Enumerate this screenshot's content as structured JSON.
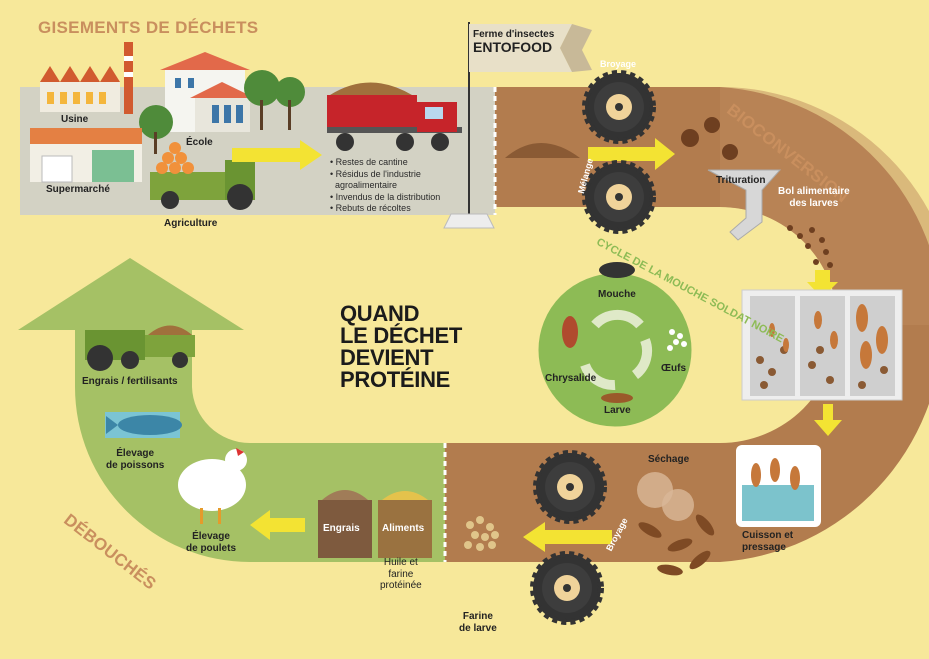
{
  "title_lines": [
    "QUAND",
    "LE DÉCHET",
    "DEVIENT",
    "PROTÉINE"
  ],
  "sections": {
    "gisements": "GISEMENTS DE DÉCHETS",
    "bioconversion": "BIOCONVERSION",
    "debouches": "DÉBOUCHÉS"
  },
  "farm": {
    "line1": "Ferme d'insectes",
    "line2": "ENTOFOOD"
  },
  "sources": {
    "usine": "Usine",
    "ecole": "École",
    "supermarche": "Supermarché",
    "agriculture": "Agriculture"
  },
  "waste_list": [
    "• Restes de cantine",
    "• Résidus de l'industrie",
    "  agroalimentaire",
    "• Invendus de la distribution",
    "• Rebuts de récoltes"
  ],
  "steps": {
    "broyage_top": "Broyage",
    "melange": "Mélange",
    "trituration": "Trituration",
    "bol": "Bol alimentaire\ndes larves",
    "sechage": "Séchage",
    "cuisson": "Cuisson et\npressage",
    "broyage_bottom": "Broyage",
    "farine_larve": "Farine\nde larve"
  },
  "cycle": {
    "title": "CYCLE DE LA MOUCHE SOLDAT NOIRE",
    "mouche": "Mouche",
    "oeufs": "Œufs",
    "larve": "Larve",
    "chrysalide": "Chrysalide"
  },
  "products": {
    "engrais": "Engrais",
    "aliments": "Aliments",
    "huile": "Huile et\nfarine\nprotéinée"
  },
  "outlets": {
    "engrais": "Engrais / fertilisants",
    "poissons": "Élevage\nde poissons",
    "poulets": "Élevage\nde poulets"
  },
  "colors": {
    "background": "#f7e89a",
    "source_band": "#d3d2c4",
    "bioconversion": "#b27c4e",
    "outlet_green": "#a5c165",
    "cycle_circle": "#8dbb55",
    "arrow_yellow": "#f3e333",
    "section_label": "#c98f5e"
  }
}
